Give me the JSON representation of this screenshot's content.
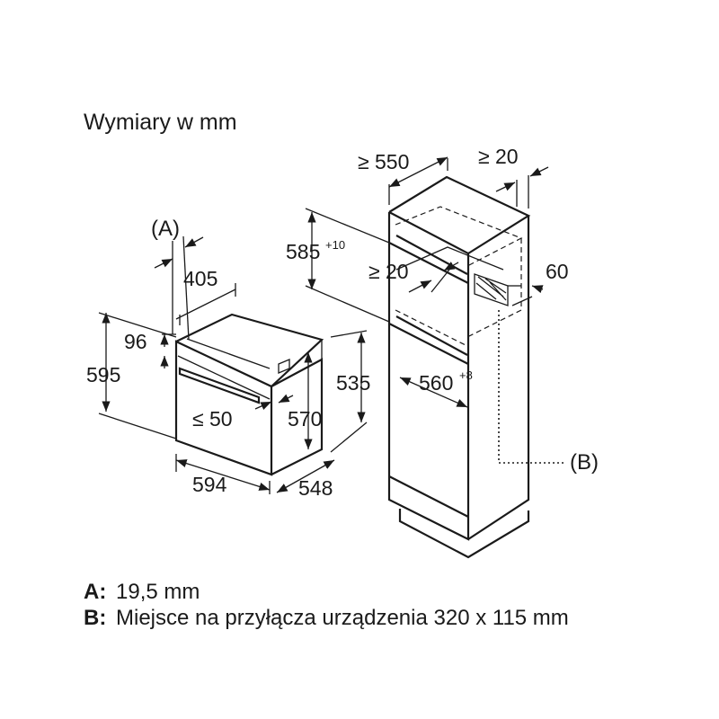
{
  "title": "Wymiary w mm",
  "oven": {
    "label_a": "(A)",
    "dim_405": "405",
    "dim_96": "96",
    "dim_595": "595",
    "dim_le50": "≤ 50",
    "dim_570": "570",
    "dim_535": "535",
    "dim_594": "594",
    "dim_548": "548"
  },
  "cabinet": {
    "dim_ge550": "≥ 550",
    "dim_ge20_top": "≥ 20",
    "dim_585": "585",
    "dim_585_sup": "+10",
    "dim_ge20_mid": "≥ 20",
    "dim_60": "60",
    "dim_560": "560",
    "dim_560_sup": "+8",
    "label_b": "(B)"
  },
  "legend": [
    {
      "key": "A:",
      "text": "19,5 mm"
    },
    {
      "key": "B:",
      "text": "Miejsce na przyłącza urządzenia 320 x 115 mm"
    }
  ]
}
